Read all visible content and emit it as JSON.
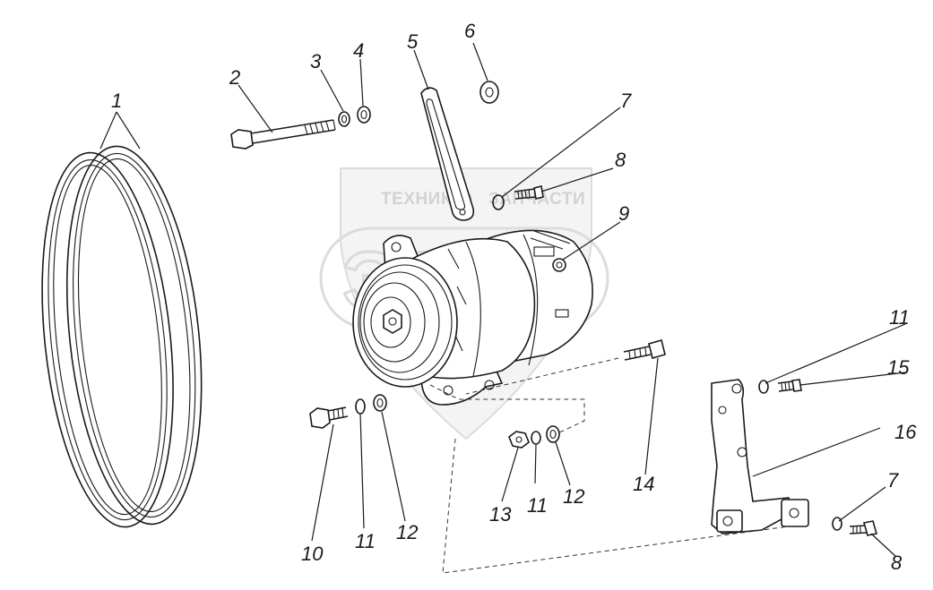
{
  "watermark": {
    "line1": "ТЕХНИКА",
    "line2": "ЗАПЧАСТИ",
    "logo": "ЭПФ"
  },
  "callouts": [
    {
      "id": "c1",
      "label": "1"
    },
    {
      "id": "c2",
      "label": "2"
    },
    {
      "id": "c3",
      "label": "3"
    },
    {
      "id": "c4",
      "label": "4"
    },
    {
      "id": "c5",
      "label": "5"
    },
    {
      "id": "c6",
      "label": "6"
    },
    {
      "id": "c7a",
      "label": "7"
    },
    {
      "id": "c8a",
      "label": "8"
    },
    {
      "id": "c9",
      "label": "9"
    },
    {
      "id": "c11a",
      "label": "11"
    },
    {
      "id": "c15",
      "label": "15"
    },
    {
      "id": "c16",
      "label": "16"
    },
    {
      "id": "c7b",
      "label": "7"
    },
    {
      "id": "c8b",
      "label": "8"
    },
    {
      "id": "c14",
      "label": "14"
    },
    {
      "id": "c13",
      "label": "13"
    },
    {
      "id": "c11b",
      "label": "11"
    },
    {
      "id": "c12a",
      "label": "12"
    },
    {
      "id": "c10",
      "label": "10"
    },
    {
      "id": "c11c",
      "label": "11"
    },
    {
      "id": "c12b",
      "label": "12"
    }
  ]
}
